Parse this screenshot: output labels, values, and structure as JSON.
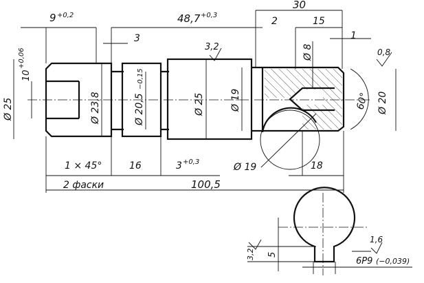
{
  "dims": {
    "top_9": "9",
    "top_9_tol": "+0,2",
    "top_48_7": "48,7",
    "top_48_7_tol": "+0,3",
    "top_30": "30",
    "top_2": "2",
    "top_15": "15",
    "top_1": "1",
    "top_3": "3",
    "rough_3_2": "3,2",
    "rough_0_8": "0,8",
    "d_10": "10",
    "d_10_tol": "+0,06",
    "d_25_left": "Ø 25",
    "d_23_8": "Ø 23,8",
    "d_20_5": "Ø 20,5",
    "d_20_5_tol": "−0,15",
    "d_25_mid": "Ø 25",
    "d_19": "Ø 19",
    "d_8": "Ø 8",
    "angle_60": "60°",
    "d_20": "Ø 20",
    "chamfer": "1 × 45°",
    "len_16": "16",
    "len_3": "3",
    "len_3_tol": "+0,3",
    "circle_19": "Ø 19",
    "len_18": "18",
    "chamfers_count": "2 фаски",
    "total_100_5": "100,5",
    "section_rough_3_2": "3,2",
    "section_5": "5",
    "section_rough_1_6": "1,6",
    "key_width": "6P9",
    "key_width_tol": "(−0,039)"
  }
}
